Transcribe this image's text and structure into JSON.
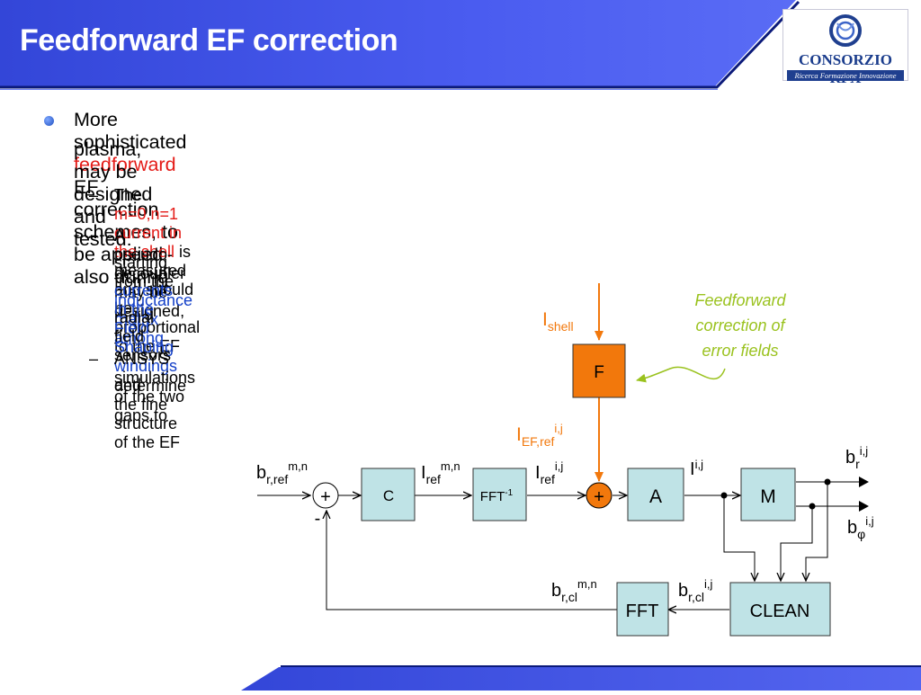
{
  "title": "Feedforward EF correction",
  "logo": {
    "name": "CONSORZIO RFX",
    "tagline": "Ricerca Formazione Innovazione"
  },
  "bullet": {
    "line1_pre": "More sophisticated ",
    "line1_highlight": "feedforward",
    "line1_post": " EF correction schemes, to be applied also during",
    "line2": "plasma, may be designed and tested:"
  },
  "subbullets": {
    "dash": "–",
    "s1_pre": "The ",
    "s1_highlight": "m=0,n=1 current in the shell",
    "s1_post": " is measured and should be proportional to the EF",
    "s2_l1": "A pseudo-decoupler may be designed,",
    "s2_l2_pre": "starting from the ",
    "s2_l2_highlight": "inductance matrix among",
    "s2_l3_highlight": "currents in the Field Shaping windings",
    "s2_l3_post": " and",
    "s2_l4": "radial field sensors",
    "s3_l1": "ANSYS simulations of the two gaps to",
    "s3_l2": "determine the fine structure of the EF"
  },
  "diagram": {
    "annotation": [
      "Feedforward",
      "correction of",
      "error fields"
    ],
    "blocks": {
      "F": "F",
      "C": "C",
      "FFTinv": "FFT",
      "FFTinv_sup": "-1",
      "A": "A",
      "M": "M",
      "FFT": "FFT",
      "CLEAN": "CLEAN"
    },
    "sum_sign": "+",
    "minus_sign": "-",
    "labels": {
      "I": "I",
      "b": "b",
      "shell": "shell",
      "EFref": "EF,ref",
      "ref": "ref",
      "rref": "r,ref",
      "rcl": "r,cl",
      "r": "r",
      "phi": "φ",
      "mn": "m,n",
      "ij": "i,j"
    }
  },
  "colors": {
    "header_blue": "#3d4fe0",
    "block_fill": "#bfe3e6",
    "orange": "#f2780c",
    "green": "#9ac21e",
    "red_text": "#e41b17",
    "blue_text": "#1440c8"
  }
}
